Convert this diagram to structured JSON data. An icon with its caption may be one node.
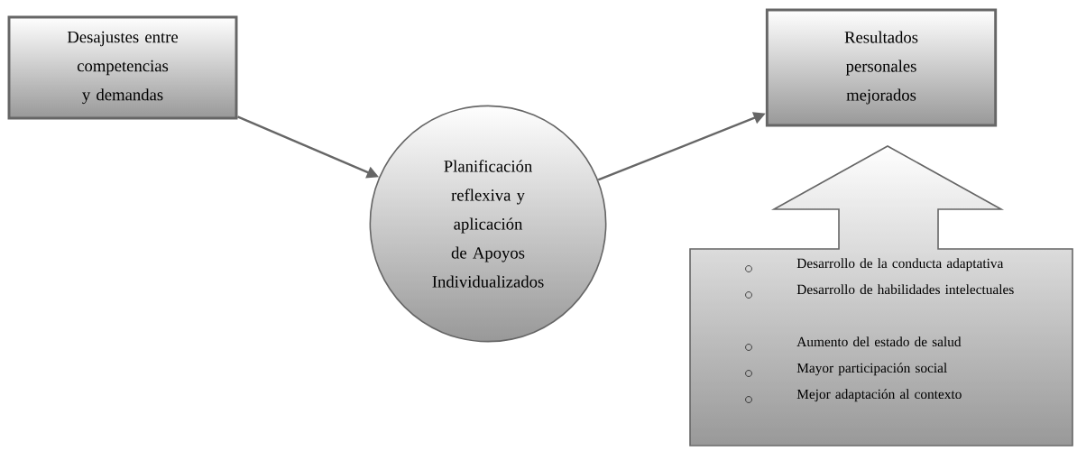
{
  "diagram": {
    "nodes": [
      {
        "text": [
          "Desajustes entre competencias y demandas"
        ]
      },
      {
        "text": [
          "Planificación reflexiva y aplicación de Apoyos Individualizados"
        ]
      },
      {
        "text": [
          "Resultados personales mejorados"
        ]
      },
      {
        "text": [
          "Desarrollo de la conducta adaptativa",
          "Desarrollo de habilidades intelectuales",
          "Aumento del estado de salud",
          "Mayor participación social",
          "Mejor adaptación al contexto"
        ]
      }
    ],
    "edges": [
      {
        "from": 0,
        "to": 1,
        "arrow": "to"
      },
      {
        "from": 1,
        "to": 2,
        "arrow": "to"
      }
    ]
  }
}
